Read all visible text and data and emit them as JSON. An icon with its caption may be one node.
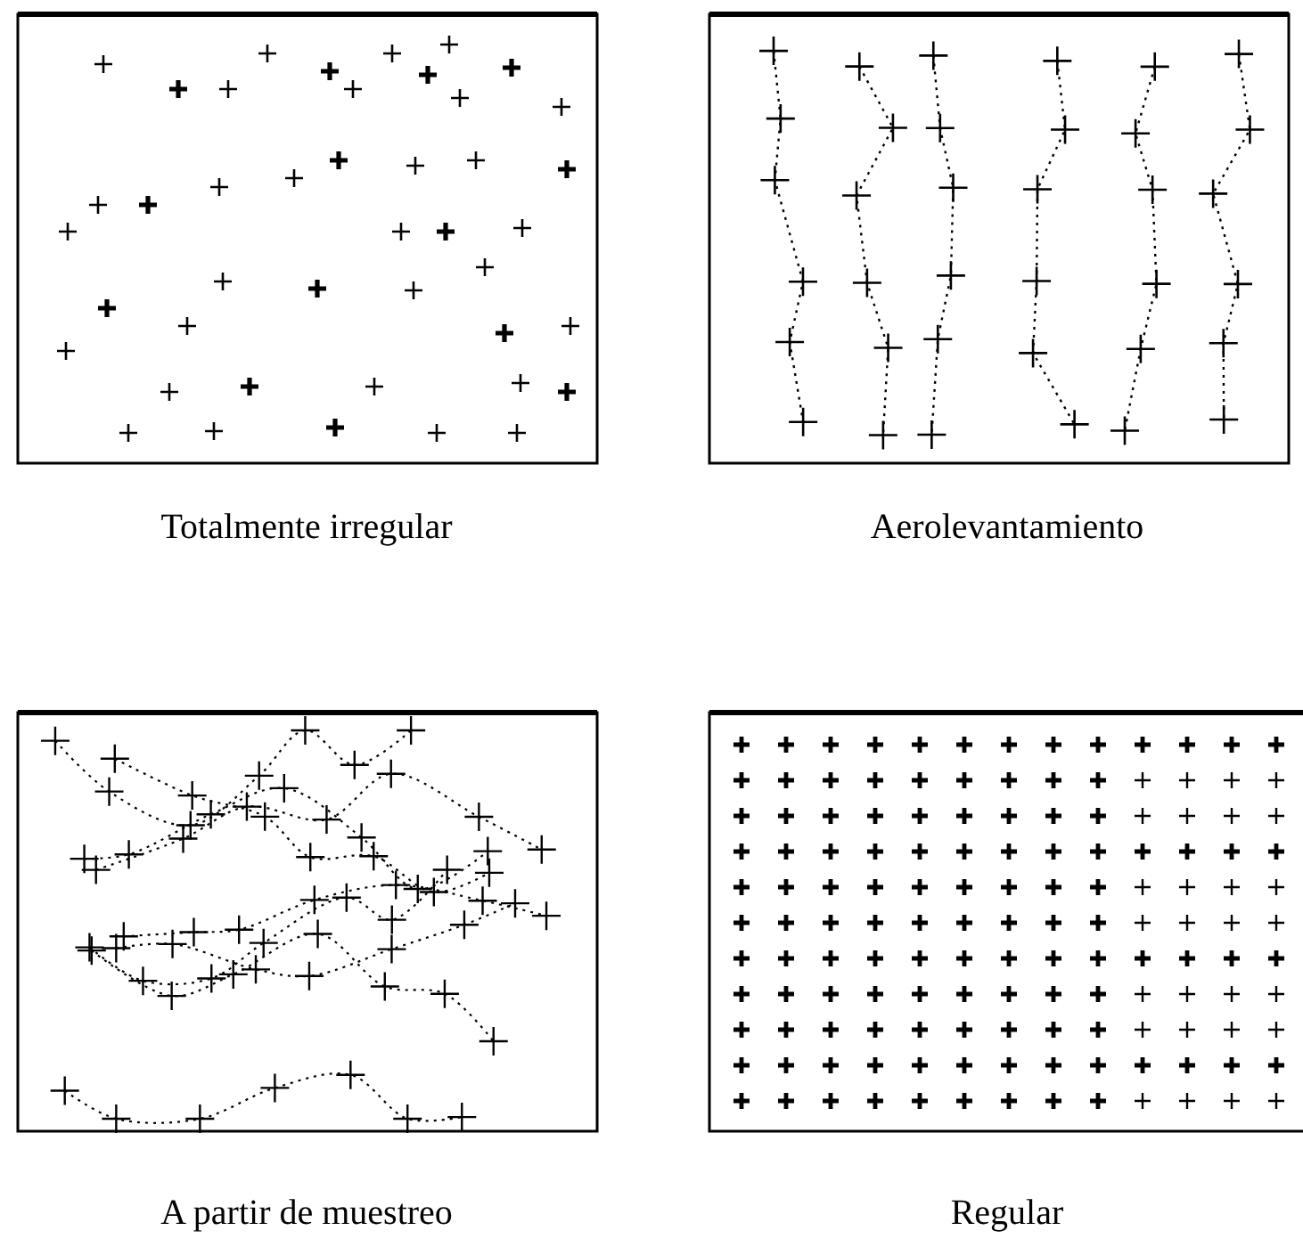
{
  "diagram": {
    "labels": [
      "Totalmente irregular",
      "Aerolevantamiento",
      "A partir de muestreo",
      "Regular"
    ]
  }
}
